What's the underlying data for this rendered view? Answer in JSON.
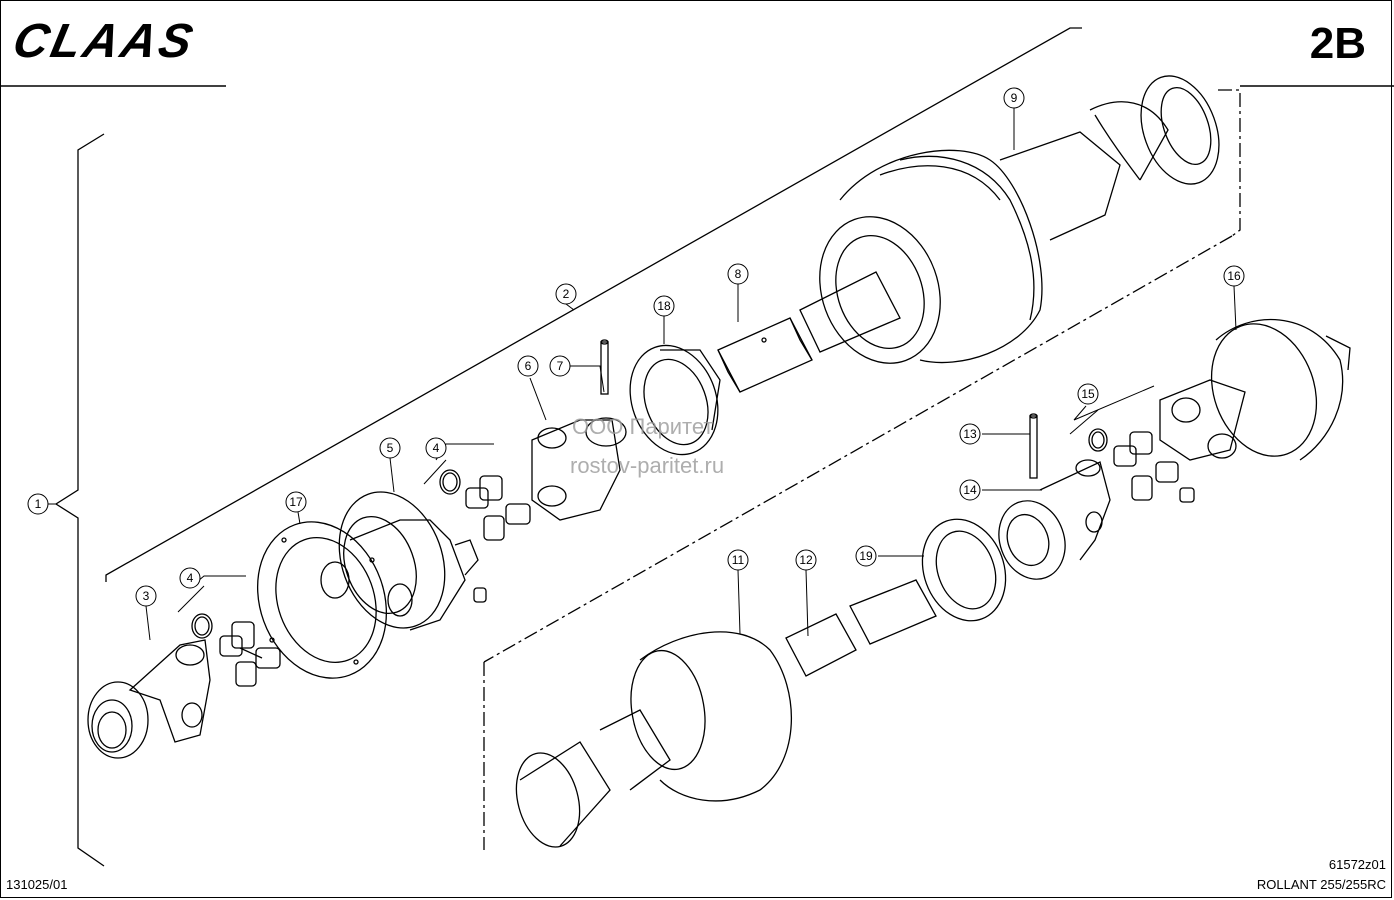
{
  "header": {
    "brand": "CLAAS",
    "page_code": "2B"
  },
  "footer": {
    "doc_number": "131025/01",
    "figure_number": "61572z01",
    "model": "ROLLANT 255/255RC"
  },
  "watermark": {
    "line1": "ООО Паритет",
    "line2": "rostov-paritet.ru"
  },
  "callouts": [
    "1",
    "2",
    "3",
    "4",
    "4",
    "5",
    "6",
    "7",
    "8",
    "9",
    "11",
    "12",
    "13",
    "14",
    "15",
    "16",
    "17",
    "18",
    "19"
  ]
}
